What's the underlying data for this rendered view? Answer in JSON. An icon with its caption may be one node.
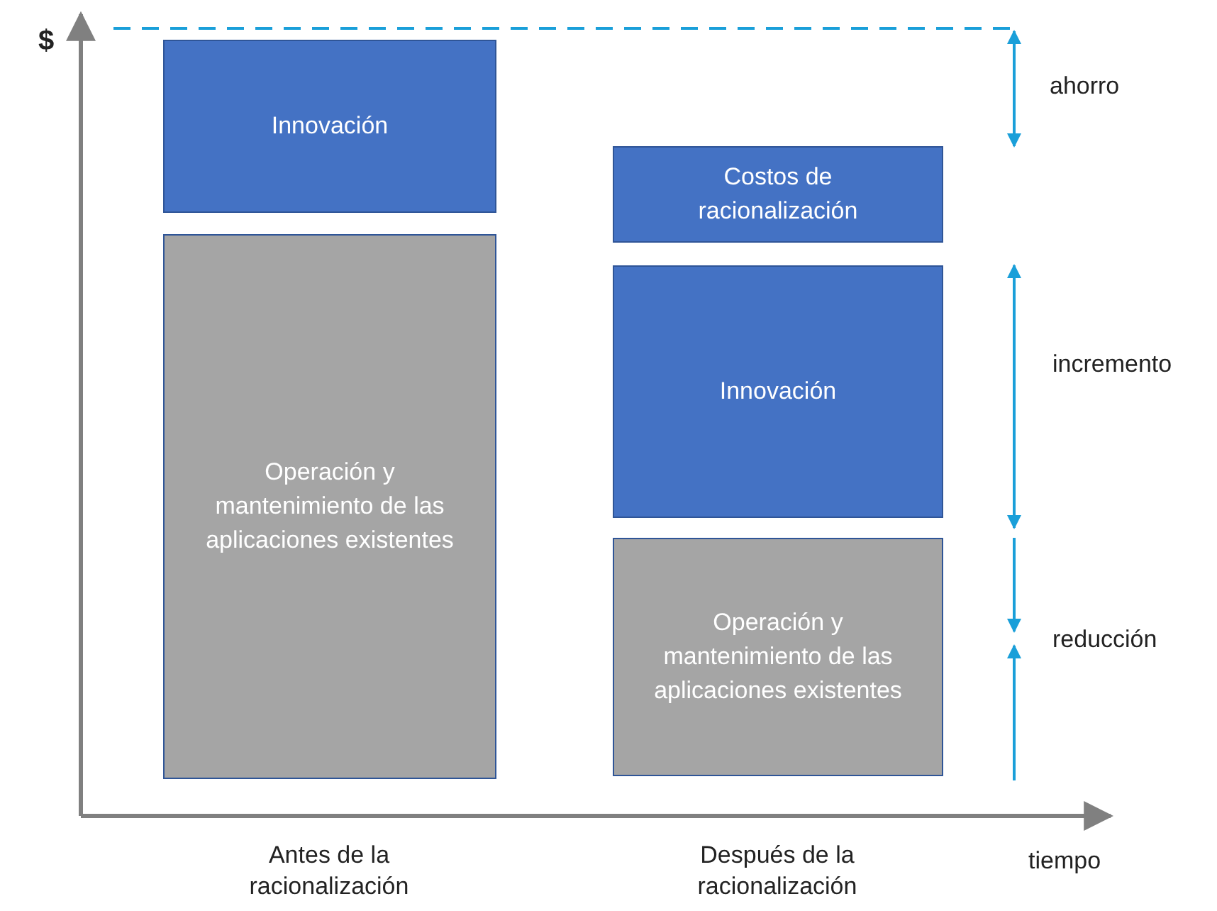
{
  "diagram": {
    "nodes": [
      {
        "text": [
          "Innovación"
        ]
      },
      {
        "text": [
          "Operación y mantenimiento de las aplicaciones existentes"
        ]
      },
      {
        "text": [
          "Costos de racionalización"
        ]
      },
      {
        "text": [
          "Innovación"
        ]
      },
      {
        "text": [
          "Operación y mantenimiento de las aplicaciones existentes"
        ]
      }
    ],
    "labels": [
      "$",
      "ahorro",
      "incremento",
      "reducción",
      "Antes de la racionalización",
      "Después de la racionalización",
      "tiempo"
    ]
  }
}
